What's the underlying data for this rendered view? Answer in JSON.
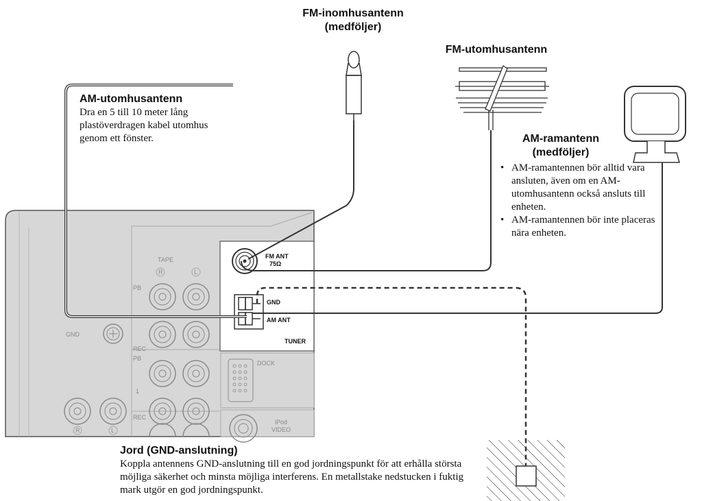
{
  "labels": {
    "fm_indoor": "FM-inomhusantenn\n(medföljer)",
    "fm_outdoor": "FM-utomhusantenn",
    "am_loop": "AM-ramantenn\n(medföljer)",
    "am_outdoor_title": "AM-utomhusantenn",
    "am_outdoor_desc": "Dra en 5 till 10 meter lång plastöverdragen kabel utomhus genom ett fönster.",
    "am_loop_notes": [
      "AM-ramantennen bör alltid vara ansluten, även om en AM-utomhusantenn också ansluts till enheten.",
      "AM-ramantennen bör inte placeras nära enheten."
    ],
    "ground_title": "Jord (GND-anslutning)",
    "ground_desc": "Koppla antennens GND-anslutning till en god jordningspunkt för att erhålla största möjliga säkerhet och minsta möjliga interferens. En metallstake nedstucken i fuktig mark utgör en god jordningspunkt."
  },
  "panel": {
    "fm_ant": "FM ANT",
    "ohm": "75Ω",
    "gnd_term": "GND",
    "am_ant": "AM ANT",
    "tuner": "TUNER",
    "tape": "TAPE",
    "pb": "PB",
    "rec": "REC",
    "pb2": "PB",
    "one": "1",
    "rec2": "REC",
    "gnd_screw": "GND",
    "dock": "DOCK",
    "ipod": "iPod",
    "video": "VIDEO",
    "r": "R",
    "l": "L",
    "r2": "R",
    "l2": "L"
  }
}
